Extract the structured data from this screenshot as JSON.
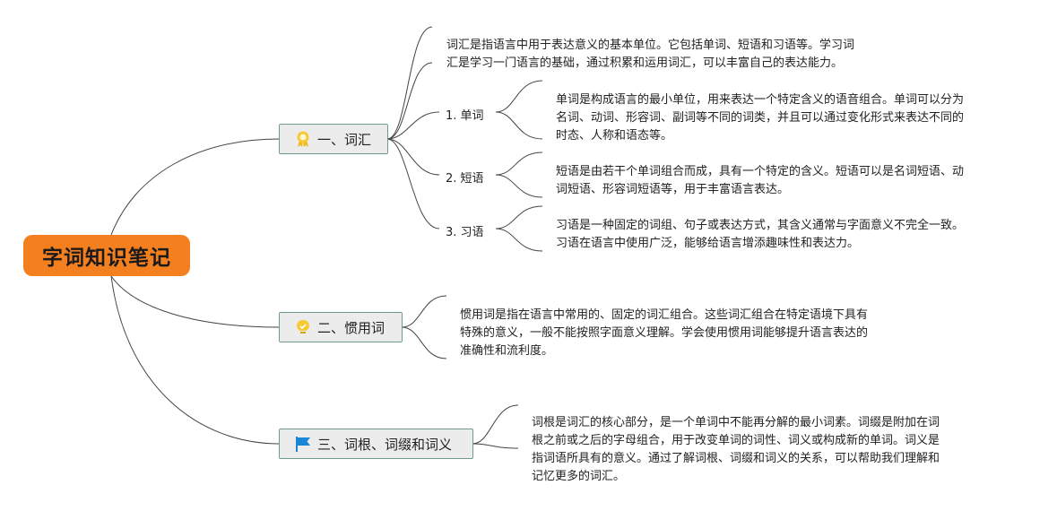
{
  "root": {
    "title": "字词知识笔记"
  },
  "branches": [
    {
      "label": "一、词汇",
      "icon": "award-ribbon-icon",
      "note_lines": [
        "词汇是指语言中用于表达意义的基本单位。它包括单词、短语和习语等。学习词",
        "汇是学习一门语言的基础，通过积累和运用词汇，可以丰富自己的表达能力。"
      ],
      "children": [
        {
          "label": "1. 单词",
          "note_lines": [
            "单词是构成语言的最小单位，用来表达一个特定含义的语音组合。单词可以分为",
            "名词、动词、形容词、副词等不同的词类，并且可以通过变化形式来表达不同的",
            "时态、人称和语态等。"
          ]
        },
        {
          "label": "2. 短语",
          "note_lines": [
            "短语是由若干个单词组合而成，具有一个特定的含义。短语可以是名词短语、动",
            "词短语、形容词短语等，用于丰富语言表达。"
          ]
        },
        {
          "label": "3. 习语",
          "note_lines": [
            "习语是一种固定的词组、句子或表达方式，其含义通常与字面意义不完全一致。",
            "习语在语言中使用广泛，能够给语言增添趣味性和表达力。"
          ]
        }
      ]
    },
    {
      "label": "二、惯用词",
      "icon": "lightbulb-icon",
      "note_lines": [
        "惯用词是指在语言中常用的、固定的词汇组合。这些词汇组合在特定语境下具有",
        "特殊的意义，一般不能按照字面意义理解。学会使用惯用词能够提升语言表达的",
        "准确性和流利度。"
      ]
    },
    {
      "label": "三、词根、词缀和词义",
      "icon": "flag-icon",
      "note_lines": [
        "词根是词汇的核心部分，是一个单词中不能再分解的最小词素。词缀是附加在词",
        "根之前或之后的字母组合，用于改变单词的词性、词义或构成新的单词。词义是",
        "指词语所具有的意义。通过了解词根、词缀和词义的关系，可以帮助我们理解和",
        "记忆更多的词汇。"
      ]
    }
  ],
  "colors": {
    "root_fill": "#f47f1f",
    "branch_fill": "#ececec",
    "branch_border": "#6e9a86",
    "link": "#444444"
  }
}
